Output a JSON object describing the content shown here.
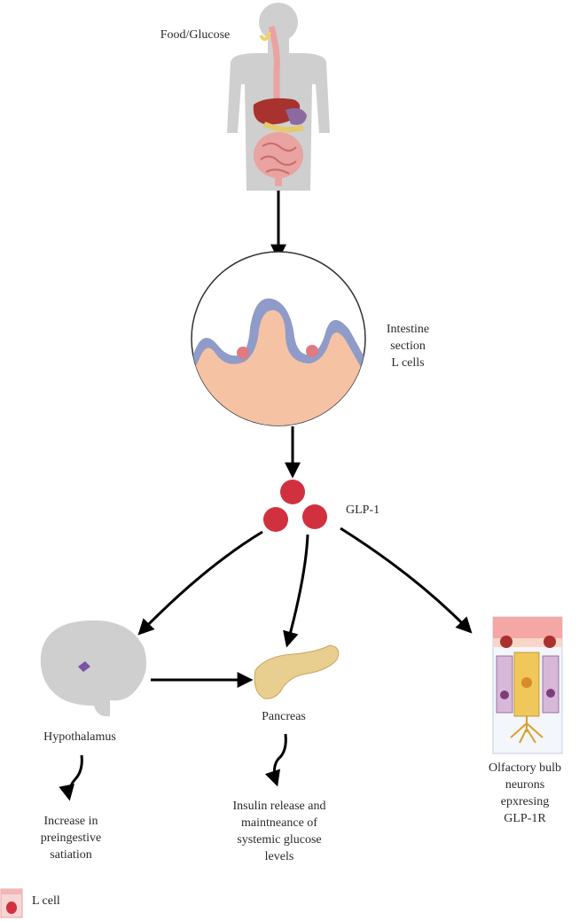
{
  "labels": {
    "food": "Food/Glucose",
    "intestine": [
      "Intestine",
      "section",
      "L cells"
    ],
    "glp1": "GLP-1",
    "hypothalamus": "Hypothalamus",
    "pancreas": "Pancreas",
    "olfactory": [
      "Olfactory bulb",
      "neurons",
      "epxresing",
      "GLP-1R"
    ],
    "satiation": [
      "Increase in",
      "preingestive",
      "satiation"
    ],
    "insulin": [
      "Insulin release and",
      "maintneance of",
      "systemic glucose",
      "levels"
    ]
  },
  "legend": {
    "label": "L cell",
    "icon": "l-cell-icon"
  },
  "colors": {
    "body_gray": "#cfcfcf",
    "gut_pink": "#e9a3a0",
    "liver": "#a8322e",
    "glp1_red": "#d1313f",
    "villi_blue": "#8f9bc9",
    "tissue_peach": "#f6c2a4",
    "pancreas": "#e8cf8f",
    "arrow": "#000000"
  }
}
